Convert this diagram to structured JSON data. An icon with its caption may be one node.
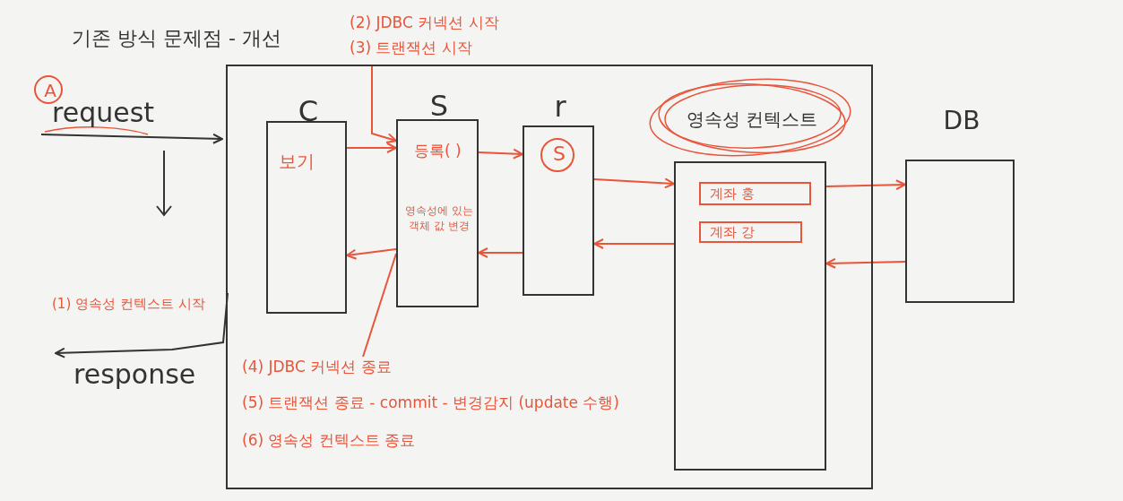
{
  "diagram": {
    "title": "기존 방식 문제점 - 개선",
    "nodes": [
      {
        "text": [],
        "shape": "box"
      },
      {
        "text": [
          "C",
          "보기"
        ],
        "in": 0
      },
      {
        "text": [
          "S",
          "등록( )",
          "영속성에 있는 객체 값 변경"
        ],
        "in": 0
      },
      {
        "text": [
          "r"
        ],
        "in": 0
      },
      {
        "text": [
          "S"
        ],
        "in": 3
      },
      {
        "text": [
          "영속성 컨텍스트"
        ],
        "in": 0
      },
      {
        "text": [
          "계좌 홍"
        ],
        "in": 5
      },
      {
        "text": [
          "계좌 강"
        ],
        "in": 5
      },
      {
        "text": [
          "DB"
        ]
      },
      {
        "text": [
          "request"
        ]
      },
      {
        "text": [
          "response"
        ]
      },
      {
        "text": [
          "(2) JDBC 커넥션 시작",
          "(3) 트랜잭션 시작"
        ]
      },
      {
        "text": [
          "(4) JDBC 커넥션 종료",
          "(5) 트랜잭션 종료 - commit - 변경감지 (update 수행)",
          "(6) 영속성 컨텍스트 종료"
        ],
        "in": 0
      },
      {
        "text": [
          "A"
        ]
      }
    ],
    "edges": [
      {
        "from": 9,
        "to": 0,
        "arrow": "to",
        "color": "#333333"
      },
      {
        "from": 0,
        "to": 10,
        "arrow": "to",
        "color": "#333333"
      },
      {
        "from": 1,
        "to": 2,
        "arrow": "to"
      },
      {
        "from": 2,
        "to": 3,
        "arrow": "to"
      },
      {
        "from": 3,
        "to": 5,
        "arrow": "to"
      },
      {
        "from": 5,
        "to": 8,
        "arrow": "to"
      },
      {
        "from": 8,
        "to": 5,
        "arrow": "to"
      },
      {
        "from": 5,
        "to": 3,
        "arrow": "to"
      },
      {
        "from": 3,
        "to": 2,
        "arrow": "to"
      },
      {
        "from": 2,
        "to": 1,
        "arrow": "to"
      },
      {
        "from": 11,
        "to": 2,
        "arrow": "to"
      },
      {
        "from": 12,
        "to": 2,
        "arrow": "none"
      }
    ],
    "labels": [
      "(1) 영속성 컨텍스트 시작"
    ]
  }
}
